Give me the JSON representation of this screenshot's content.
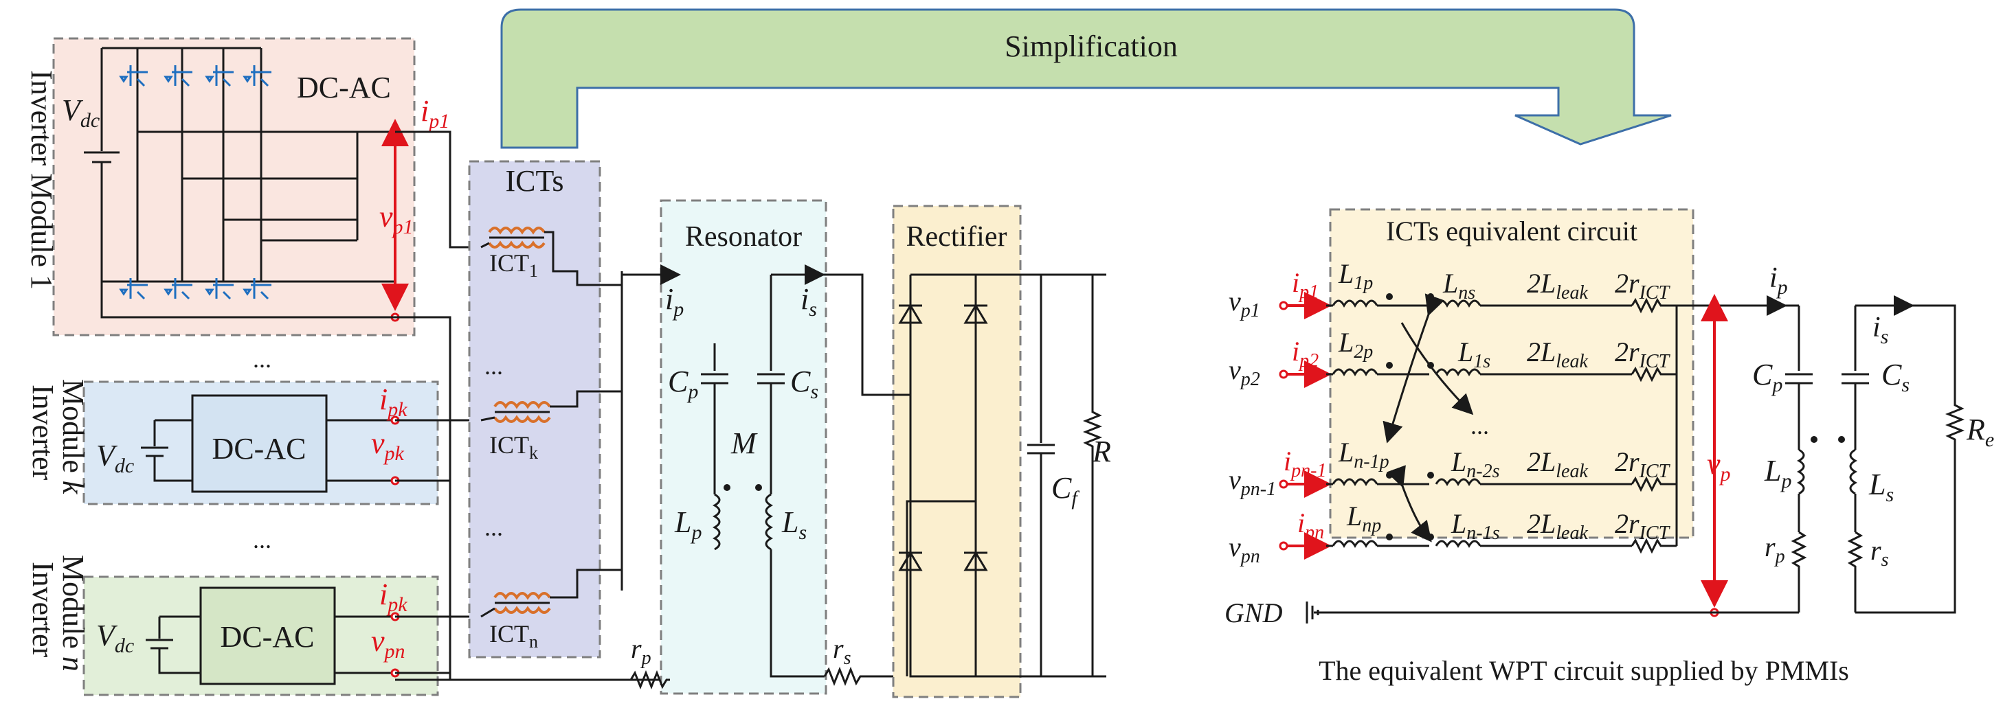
{
  "banner": {
    "label": "Simplification"
  },
  "left_diagram": {
    "modules": [
      {
        "label_line1": "Inverter Module 1",
        "label_line2": "",
        "source": "V",
        "source_sub": "dc",
        "block": "DC-AC",
        "current": "i",
        "current_sub": "p1",
        "voltage": "v",
        "voltage_sub": "p1"
      },
      {
        "label_line1": "Inverter",
        "label_line2": "Module ",
        "label_italic": "k",
        "source": "V",
        "source_sub": "dc",
        "block": "DC-AC",
        "current": "i",
        "current_sub": "pk",
        "voltage": "v",
        "voltage_sub": "pk"
      },
      {
        "label_line1": "Inverter",
        "label_line2": "Module ",
        "label_italic": "n",
        "source": "V",
        "source_sub": "dc",
        "block": "DC-AC",
        "current": "i",
        "current_sub": "pk",
        "voltage": "v",
        "voltage_sub": "pn"
      }
    ],
    "ellipsis": "...",
    "icts": {
      "title": "ICTs",
      "items": [
        {
          "name": "ICT",
          "sub": "1"
        },
        {
          "name": "ICT",
          "sub": "k"
        },
        {
          "name": "ICT",
          "sub": "n"
        }
      ]
    },
    "resonator": {
      "title": "Resonator",
      "ip": "i",
      "ip_sub": "p",
      "is": "i",
      "is_sub": "s",
      "cp": "C",
      "cp_sub": "p",
      "cs": "C",
      "cs_sub": "s",
      "m": "M",
      "lp": "L",
      "lp_sub": "p",
      "ls": "L",
      "ls_sub": "s",
      "rp": "r",
      "rp_sub": "p",
      "rs": "r",
      "rs_sub": "s"
    },
    "rectifier": {
      "title": "Rectifier",
      "cf": "C",
      "cf_sub": "f",
      "r": "R"
    }
  },
  "right_diagram": {
    "box_title": "ICTs equivalent circuit",
    "rows": [
      {
        "v": "v",
        "v_sub": "p1",
        "i": "i",
        "i_sub": "p1",
        "lp": "L",
        "lp_sub": "1p",
        "ls": "L",
        "ls_sub": "ns",
        "leak": "2L",
        "leak_sub": "leak",
        "r": "2r",
        "r_sub": "ICT"
      },
      {
        "v": "v",
        "v_sub": "p2",
        "i": "i",
        "i_sub": "p2",
        "lp": "L",
        "lp_sub": "2p",
        "ls": "L",
        "ls_sub": "1s",
        "leak": "2L",
        "leak_sub": "leak",
        "r": "2r",
        "r_sub": "ICT"
      },
      {
        "v": "v",
        "v_sub": "pn-1",
        "i": "i",
        "i_sub": "pn-1",
        "lp": "L",
        "lp_sub": "n-1p",
        "ls": "L",
        "ls_sub": "n-2s",
        "leak": "2L",
        "leak_sub": "leak",
        "r": "2r",
        "r_sub": "ICT"
      },
      {
        "v": "v",
        "v_sub": "pn",
        "i": "i",
        "i_sub": "pn",
        "lp": "L",
        "lp_sub": "np",
        "ls": "L",
        "ls_sub": "n-1s",
        "leak": "2L",
        "leak_sub": "leak",
        "r": "2r",
        "r_sub": "ICT"
      }
    ],
    "ellipsis": "...",
    "gnd": "GND",
    "vp": "v",
    "vp_sub": "p",
    "ip": "i",
    "ip_sub": "p",
    "is": "i",
    "is_sub": "s",
    "cp": "C",
    "cp_sub": "p",
    "cs": "C",
    "cs_sub": "s",
    "lp": "L",
    "lp_sub": "p",
    "ls": "L",
    "ls_sub": "s",
    "rp": "r",
    "rp_sub": "p",
    "rs": "r",
    "rs_sub": "s",
    "re": "R",
    "re_sub": "e",
    "caption": "The equivalent WPT circuit supplied by PMMIs"
  },
  "colors": {
    "wire": "#1a1a1a",
    "signal_red": "#e0141c",
    "banner_fill": "#c5dfae",
    "banner_stroke": "#3d6fa8",
    "mosfet_blue": "#1f6fc0",
    "ict_coil": "#d9702a"
  }
}
